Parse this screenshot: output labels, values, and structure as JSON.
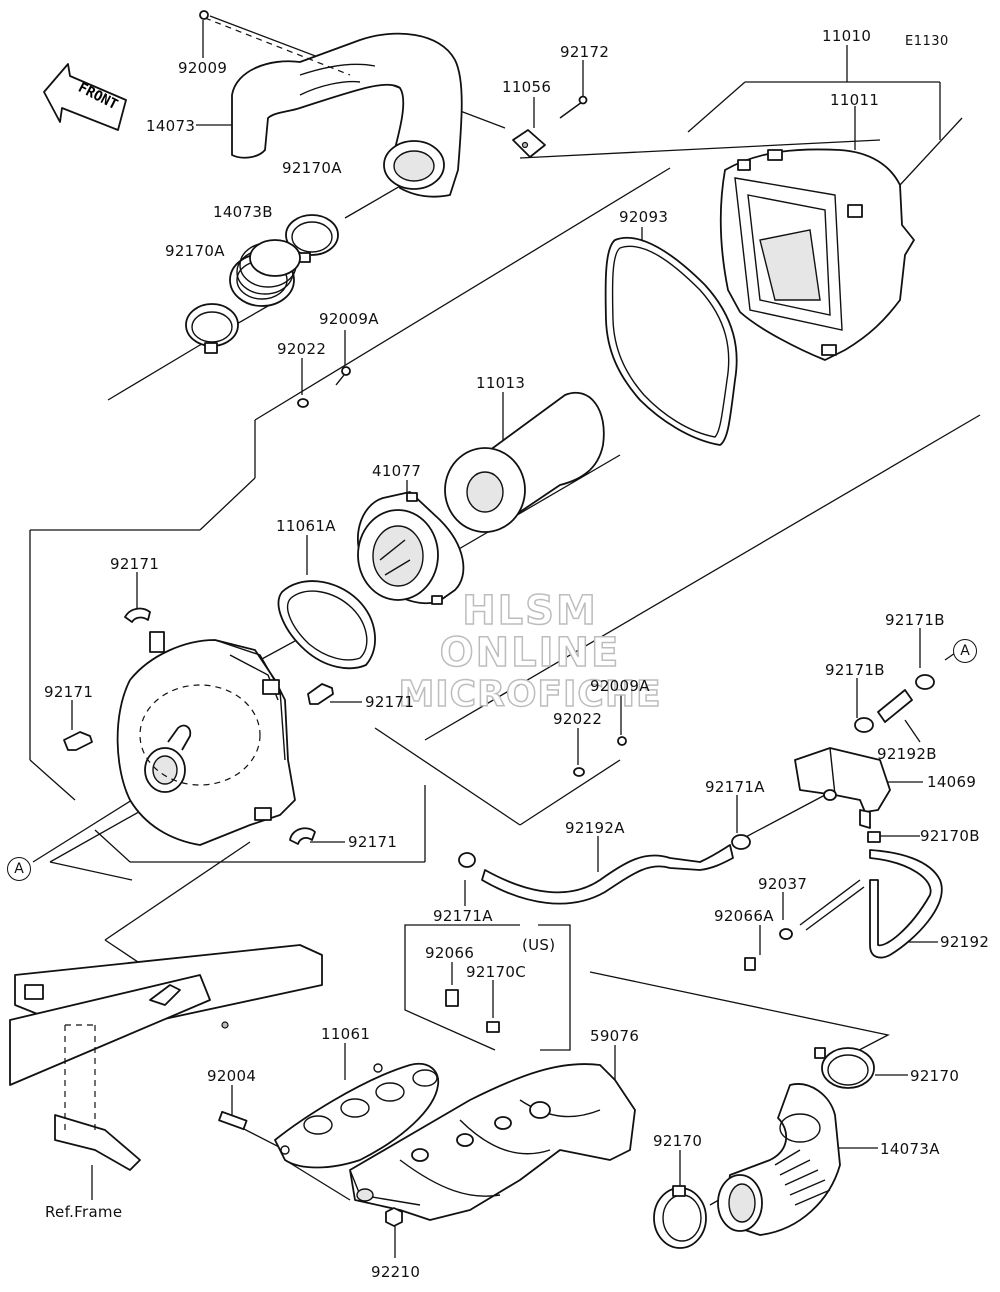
{
  "diagram_code": "E1130",
  "front_arrow_label": "FRONT",
  "watermark": [
    "HLSM",
    "ONLINE",
    "MICROFICHE"
  ],
  "callout_letter": "A",
  "us_note": "(US)",
  "ref_frame_label": "Ref.Frame",
  "parts": {
    "p92009": "92009",
    "p14073": "14073",
    "p92172": "92172",
    "p11056": "11056",
    "p11010": "11010",
    "p11011": "11011",
    "p92170A_top": "92170A",
    "p14073B": "14073B",
    "p92170A_left": "92170A",
    "p92009A_top": "92009A",
    "p92022_top": "92022",
    "p92093": "92093",
    "p11013": "11013",
    "p41077": "41077",
    "p11061A": "11061A",
    "p92171_a": "92171",
    "p92171_b": "92171",
    "p92171_c": "92171",
    "p92171_d": "92171",
    "p92171B_a": "92171B",
    "p92171B_b": "92171B",
    "p92192B": "92192B",
    "p14069": "14069",
    "p92009A_mid": "92009A",
    "p92022_mid": "92022",
    "p92171A_a": "92171A",
    "p92170B": "92170B",
    "p92192A": "92192A",
    "p92171A_b": "92171A",
    "p92037": "92037",
    "p92066A": "92066A",
    "p92192": "92192",
    "p92066": "92066",
    "p92170C": "92170C",
    "p11061": "11061",
    "p59076": "59076",
    "p92004": "92004",
    "p92170_a": "92170",
    "p92170_b": "92170",
    "p14073A": "14073A",
    "p92210": "92210"
  }
}
